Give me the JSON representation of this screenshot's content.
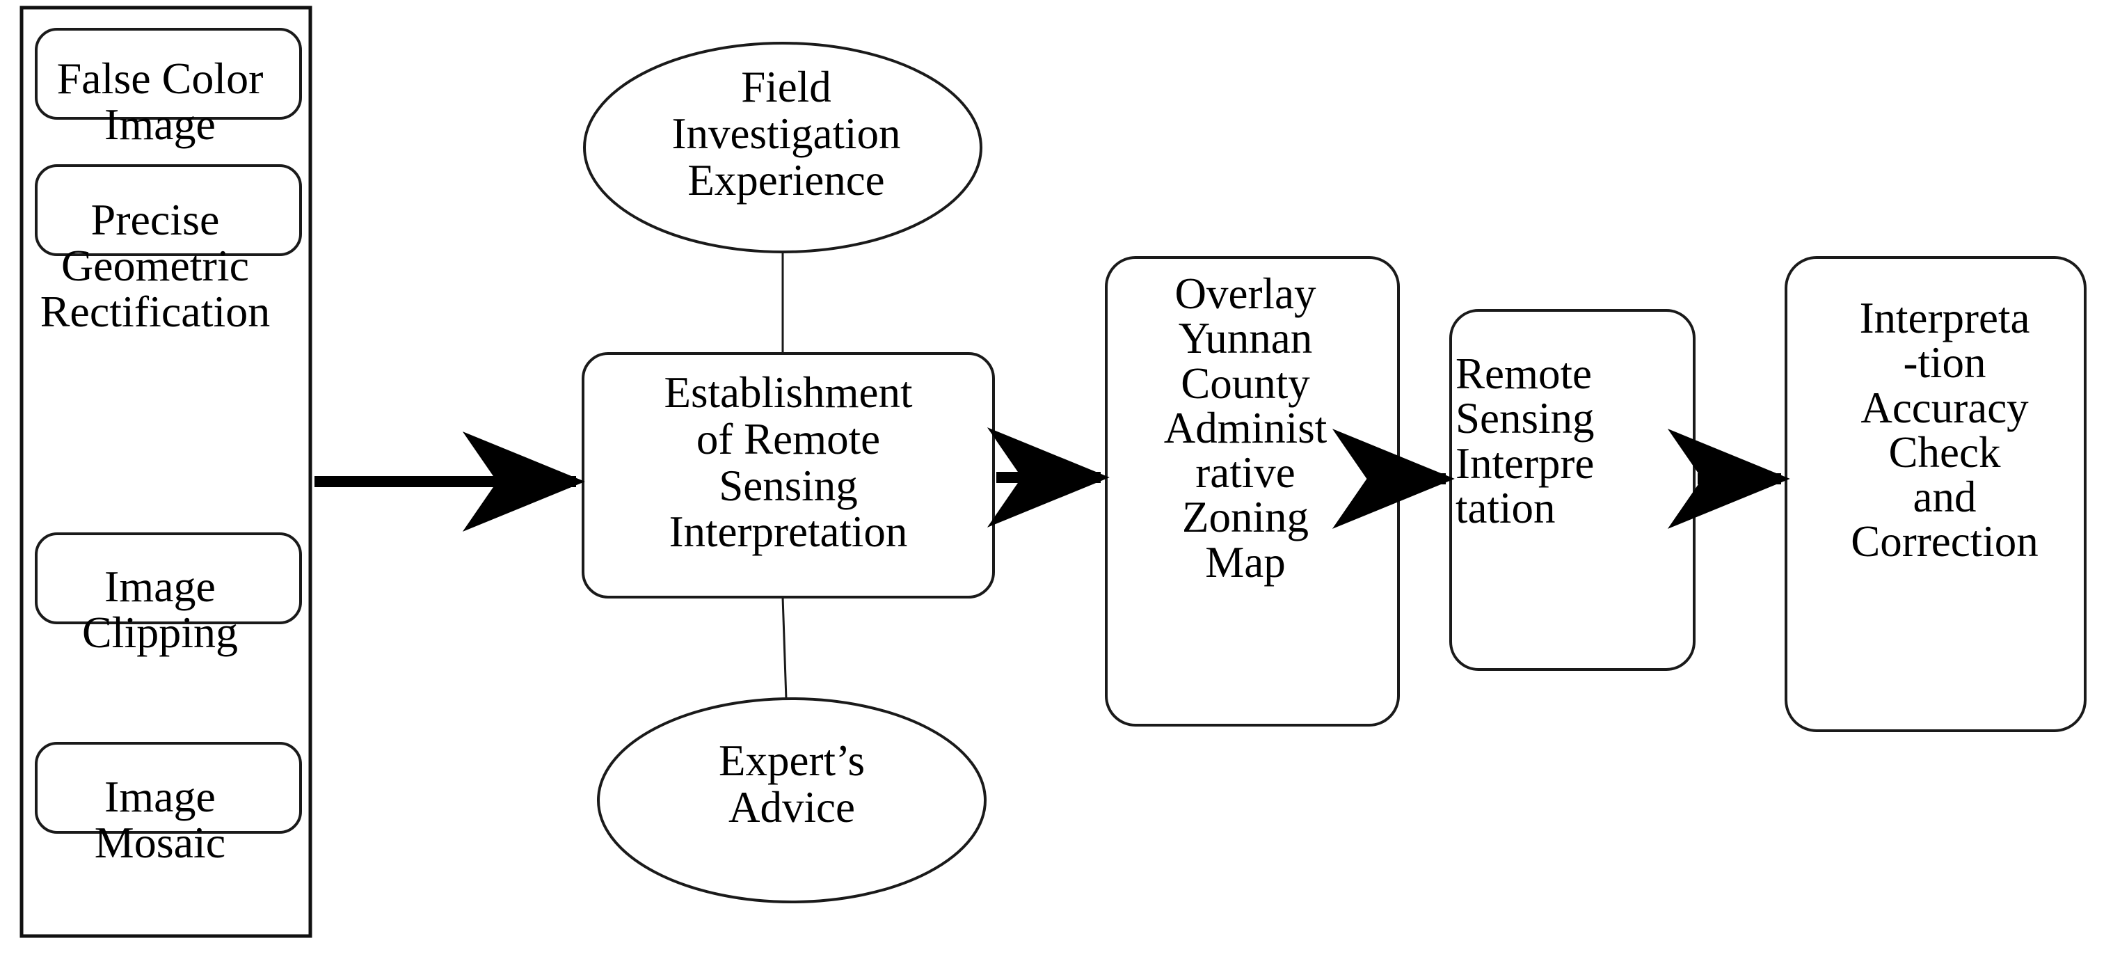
{
  "diagram": {
    "title": "Remote Sensing Interpretation Workflow",
    "stroke_color": "#000000",
    "fill_color": "#ffffff",
    "nodes": {
      "false_color_image": "False Color\nImage",
      "precise_geometric_rectification": "Precise Geometric\nRectification",
      "image_clipping": "Image\nClipping",
      "image_mosaic": "Image\nMosaic",
      "field_investigation_experience": "Field\nInvestigation\nExperience",
      "establishment_of_interpretation": "Establishment\nof Remote\nSensing\nInterpretation",
      "experts_advice": "Expert’s\nAdvice",
      "overlay_zoning_map": "Overlay\nYunnan\nCounty\nAdminist\nrative\nZoning\nMap",
      "remote_sensing_interpretation": "Remote\nSensing\nInterpre\ntation",
      "interpretation_accuracy_check": "Interpreta\n-tion\nAccuracy\nCheck\nand\nCorrection"
    },
    "connectors": [
      {
        "from": "preprocessing-group",
        "to": "establishment_of_interpretation",
        "kind": "arrow"
      },
      {
        "from": "field_investigation_experience",
        "to": "establishment_of_interpretation",
        "kind": "line"
      },
      {
        "from": "experts_advice",
        "to": "establishment_of_interpretation",
        "kind": "line"
      },
      {
        "from": "establishment_of_interpretation",
        "to": "overlay_zoning_map",
        "kind": "arrow"
      },
      {
        "from": "overlay_zoning_map",
        "to": "remote_sensing_interpretation",
        "kind": "arrow"
      },
      {
        "from": "remote_sensing_interpretation",
        "to": "interpretation_accuracy_check",
        "kind": "arrow"
      }
    ]
  }
}
